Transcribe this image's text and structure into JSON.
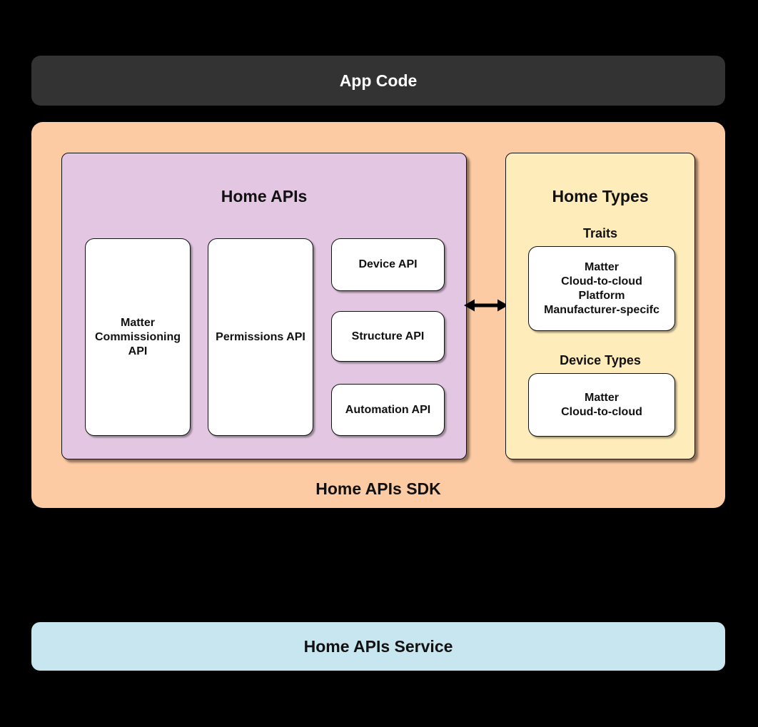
{
  "app_code": {
    "label": "App Code"
  },
  "sdk": {
    "label": "Home APIs SDK",
    "home_apis": {
      "title": "Home APIs",
      "cards": {
        "matter_commissioning": "Matter\nCommissioning\nAPI",
        "permissions": "Permissions API",
        "device": "Device API",
        "structure": "Structure API",
        "automation": "Automation API"
      }
    },
    "home_types": {
      "title": "Home Types",
      "traits": {
        "heading": "Traits",
        "items": "Matter\nCloud-to-cloud\nPlatform\nManufacturer-specifc"
      },
      "device_types": {
        "heading": "Device Types",
        "items": "Matter\nCloud-to-cloud"
      }
    }
  },
  "service": {
    "label": "Home APIs Service"
  },
  "colors": {
    "page_background": "#000000",
    "app_code_bar": "#333333",
    "app_code_text": "#ffffff",
    "sdk_background": "#fccba3",
    "home_apis_background": "#e3c7e2",
    "home_types_background": "#feecba",
    "service_bar_background": "#c8e6ef",
    "card_background": "#ffffff",
    "outline": "#111111",
    "text": "#111111"
  }
}
